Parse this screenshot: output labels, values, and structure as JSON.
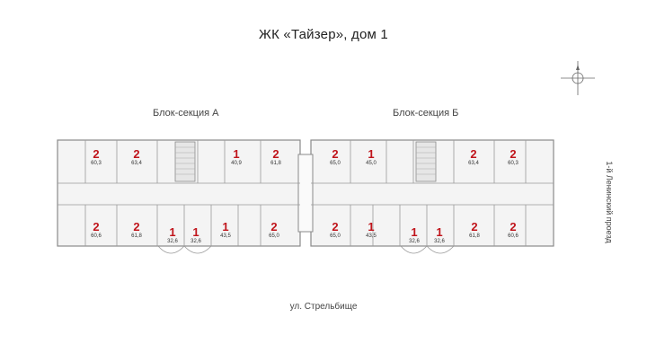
{
  "title": "ЖК «Тайзер», дом 1",
  "sections": [
    {
      "label": "Блок-секция А"
    },
    {
      "label": "Блок-секция Б"
    }
  ],
  "street_bottom": "ул. Стрельбище",
  "street_right": "1-й Ленинский проезд",
  "colors": {
    "rooms": "#c0141b",
    "walls": "#8a8a8a",
    "fill": "#f4f4f4"
  },
  "compass": {
    "icon": "compass-rose-icon"
  },
  "units": [
    {
      "rooms": "2",
      "area": "60,3"
    },
    {
      "rooms": "2",
      "area": "63,4"
    },
    {
      "rooms": "1",
      "area": "40,9"
    },
    {
      "rooms": "2",
      "area": "61,8"
    },
    {
      "rooms": "2",
      "area": "60,6"
    },
    {
      "rooms": "2",
      "area": "61,8"
    },
    {
      "rooms": "1",
      "area": "32,6"
    },
    {
      "rooms": "1",
      "area": "32,6"
    },
    {
      "rooms": "1",
      "area": "43,5"
    },
    {
      "rooms": "2",
      "area": "65,0"
    },
    {
      "rooms": "2",
      "area": "65,0"
    },
    {
      "rooms": "1",
      "area": "45,0"
    },
    {
      "rooms": "2",
      "area": "63,4"
    },
    {
      "rooms": "2",
      "area": "60,3"
    },
    {
      "rooms": "2",
      "area": "65,0"
    },
    {
      "rooms": "1",
      "area": "43,5"
    },
    {
      "rooms": "1",
      "area": "32,6"
    },
    {
      "rooms": "1",
      "area": "32,6"
    },
    {
      "rooms": "2",
      "area": "61,8"
    },
    {
      "rooms": "2",
      "area": "60,6"
    }
  ]
}
